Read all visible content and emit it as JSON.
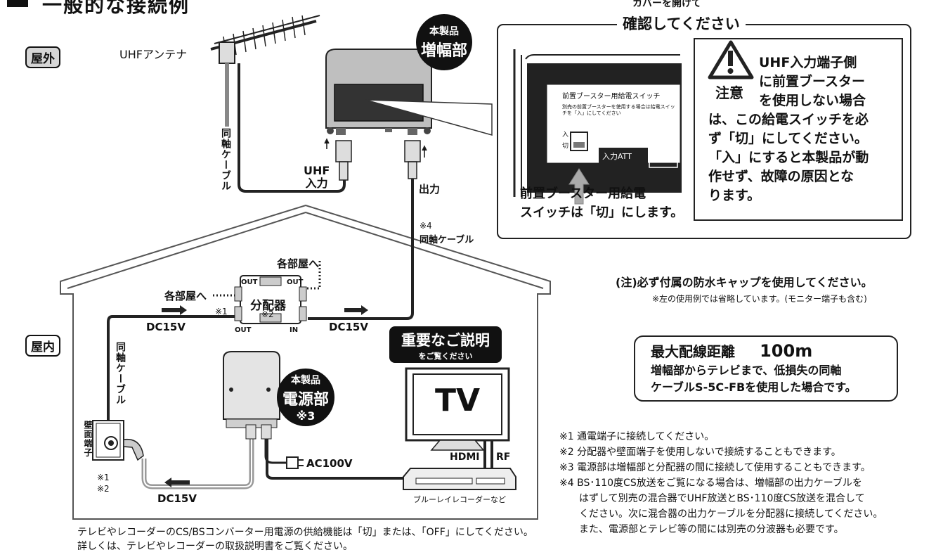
{
  "header": {
    "title": "一般的な接続例"
  },
  "zones": {
    "outdoor": "屋外",
    "indoor": "屋内"
  },
  "antenna": {
    "label": "UHFアンテナ"
  },
  "amplifier": {
    "badge_top": "本製品",
    "badge_main": "増幅部"
  },
  "power_unit": {
    "badge_top": "本製品",
    "badge_main": "電源部",
    "badge_note": "※3"
  },
  "cables": {
    "coax_upper": "同軸ケーブル",
    "coax_lower": "同軸ケーブル",
    "coax4_note": "※4",
    "coax4_label": "同軸ケーブル",
    "uhf_in_1": "UHF",
    "uhf_in_2": "入力",
    "output": "出力",
    "dc_left": "DC15V",
    "dc_right": "DC15V",
    "dc_bottom": "DC15V",
    "ac": "AC100V"
  },
  "splitter": {
    "name": "分配器",
    "note": "※2",
    "out_tl": "OUT",
    "out_tr": "OUT",
    "out_bl": "OUT",
    "in": "IN",
    "to_rooms_left": "各部屋へ",
    "to_rooms_top": "各部屋へ",
    "note1": "※1"
  },
  "wall": {
    "label": "壁面端子",
    "note1": "※1",
    "note2": "※2"
  },
  "tv": {
    "tag_main": "重要なご説明",
    "tag_sub": "をご覧ください",
    "screen": "TV",
    "hdmi": "HDMI",
    "rf": "RF",
    "recorder": "ブルーレイレコーダーなど"
  },
  "callout": {
    "subtitle": "カバーを開けて",
    "title": "確認してください",
    "panel_title": "前置ブースター用給電スイッチ",
    "panel_text": "別売の前置ブースターを使用する場合は給電スイッチを「入」にしてください",
    "switch_on": "入",
    "switch_off": "切",
    "input_att": "入力ATT",
    "caption_1": "前置ブースター用給電",
    "caption_2": "スイッチは「切」にします。",
    "caution_label": "注意",
    "caution_lines": [
      "UHF入力端子側",
      "に前置ブースター",
      "を使用しない場合",
      "は、この給電スイッチを必",
      "ず「切」にしてください。",
      "「入」にすると本製品が動",
      "作せず、故障の原因とな",
      "ります。"
    ]
  },
  "notes": {
    "waterproof": "(注)必ず付属の防水キャップを使用してください。",
    "waterproof_sub": "※左の使用例では省略しています。(モニター端子も含む)"
  },
  "distance": {
    "title": "最大配線距離",
    "value": "100m",
    "desc_1": "増幅部からテレビまで、低損失の同軸",
    "desc_2": "ケーブルS-5C-FBを使用した場合です。"
  },
  "footnotes": [
    "※1 通電端子に接続してください。",
    "※2 分配器や壁面端子を使用しないで接続することもできます。",
    "※3 電源部は増幅部と分配器の間に接続して使用することもできます。",
    "※4 BS･110度CS放送をご覧になる場合は、増幅部の出力ケーブルを",
    "　　はずして別売の混合器でUHF放送とBS･110度CS放送を混合して",
    "　　ください。次に混合器の出力ケーブルを分配器に接続してください。",
    "　　また、電源部とテレビ等の間には別売の分波器も必要です。"
  ],
  "footer": {
    "line1": "テレビやレコーダーのCS/BSコンバーター用電源の供給機能は「切」または、「OFF」にしてください。",
    "line2": "詳しくは、テレビやレコーダーの取扱説明書をご覧ください。"
  }
}
